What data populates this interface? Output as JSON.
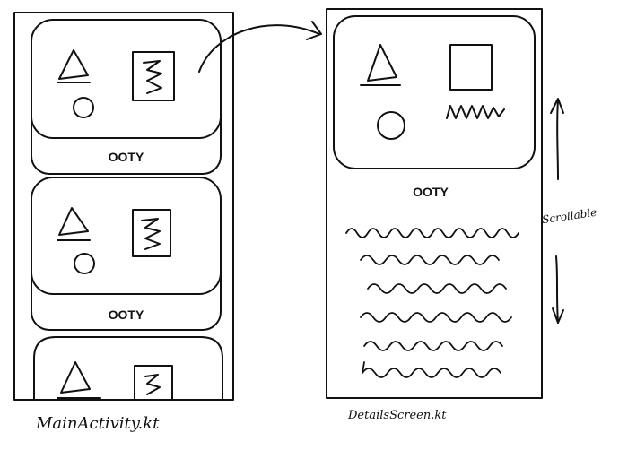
{
  "main_screen": {
    "cards": [
      {
        "title": "OOTY"
      },
      {
        "title": "OOTY"
      },
      {
        "title": ""
      }
    ],
    "caption": "MainActivity.kt"
  },
  "details_screen": {
    "title": "OOTY",
    "caption": "DetailsScreen.kt"
  },
  "scroll_note": "Scrollable"
}
